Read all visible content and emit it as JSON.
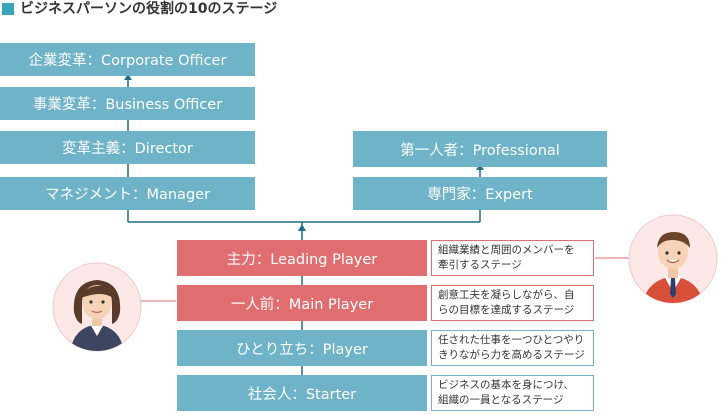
{
  "title": "ビジネスパーソンの役割の10のステージ",
  "colors": {
    "blue": "#6eb3c8",
    "red": "#e06d6f",
    "line": "#1e6f87",
    "accent": "#3aa5b8"
  },
  "management": [
    {
      "label": "企業変革：Corporate Officer"
    },
    {
      "label": "事業変革：Business Officer"
    },
    {
      "label": "変革主義：Director"
    },
    {
      "label": "マネジメント：Manager"
    }
  ],
  "specialist": [
    {
      "label": "第一人者：Professional"
    },
    {
      "label": "専門家：Expert"
    }
  ],
  "base": [
    {
      "label": "主力：Leading Player",
      "desc": [
        "組織業績と周囲のメンバーを",
        "牽引するステージ"
      ],
      "color": "red"
    },
    {
      "label": "一人前：Main Player",
      "desc": [
        "創意工夫を凝らしながら、自",
        "らの目標を達成するステージ"
      ],
      "color": "red"
    },
    {
      "label": "ひとり立ち：Player",
      "desc": [
        "任された仕事を一つひとつやり",
        "きりながら力を高めるステージ"
      ],
      "color": "blue"
    },
    {
      "label": "社会人：Starter",
      "desc": [
        "ビジネスの基本を身につけ、",
        "組織の一員となるステージ"
      ],
      "color": "blue"
    }
  ]
}
